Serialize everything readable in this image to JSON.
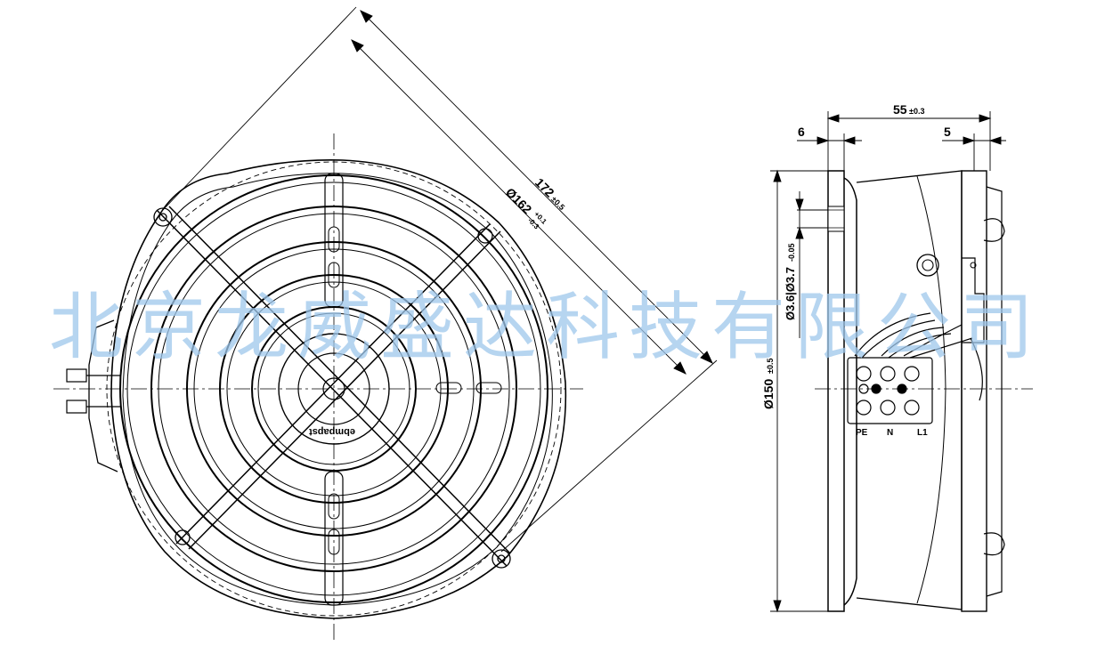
{
  "front_view": {
    "dim_172": "172",
    "dim_172_tol": "±0.5",
    "dim_162": "Ø162",
    "dim_162_tol_upper": "+0.1",
    "dim_162_tol_lower": "-0.3",
    "brand_label": "ebmpapst"
  },
  "side_view": {
    "dim_55": "55",
    "dim_55_tol": "±0.3",
    "dim_6": "6",
    "dim_5": "5",
    "dim_150": "Ø150",
    "dim_150_tol": "±0.5",
    "dim_hole": "Ø3.6|Ø3.7",
    "dim_hole_tol": "-0.05",
    "terminal_labels": [
      "PE",
      "N",
      "L1"
    ]
  },
  "watermark": "北京龙威盛达科技有限公司"
}
